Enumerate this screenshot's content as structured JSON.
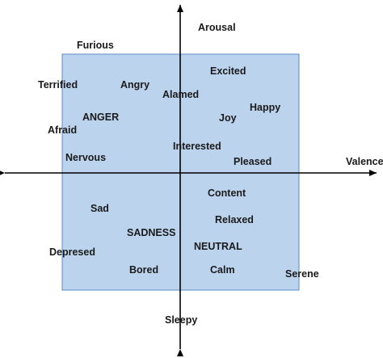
{
  "axes": {
    "vertical_top": "Arousal",
    "vertical_bottom": "Sleepy",
    "horizontal_right": "Valence"
  },
  "colors": {
    "region_fill": "#bcd3ee",
    "region_stroke": "#5b8cc4",
    "axis": "#000000",
    "text": "#1a1a1a"
  },
  "emotions": [
    {
      "id": "furious",
      "label": "Furious"
    },
    {
      "id": "terrified",
      "label": "Terrified"
    },
    {
      "id": "angry",
      "label": "Angry"
    },
    {
      "id": "alamed",
      "label": "Alamed"
    },
    {
      "id": "excited",
      "label": "Excited"
    },
    {
      "id": "anger",
      "label": "ANGER"
    },
    {
      "id": "happy",
      "label": "Happy"
    },
    {
      "id": "joy",
      "label": "Joy"
    },
    {
      "id": "afraid",
      "label": "Afraid"
    },
    {
      "id": "interested",
      "label": "Interested"
    },
    {
      "id": "nervous",
      "label": "Nervous"
    },
    {
      "id": "pleased",
      "label": "Pleased"
    },
    {
      "id": "content",
      "label": "Content"
    },
    {
      "id": "sad",
      "label": "Sad"
    },
    {
      "id": "relaxed",
      "label": "Relaxed"
    },
    {
      "id": "sadness",
      "label": "SADNESS"
    },
    {
      "id": "neutral",
      "label": "NEUTRAL"
    },
    {
      "id": "depresed",
      "label": "Depresed"
    },
    {
      "id": "bored",
      "label": "Bored"
    },
    {
      "id": "calm",
      "label": "Calm"
    },
    {
      "id": "serene",
      "label": "Serene"
    }
  ]
}
